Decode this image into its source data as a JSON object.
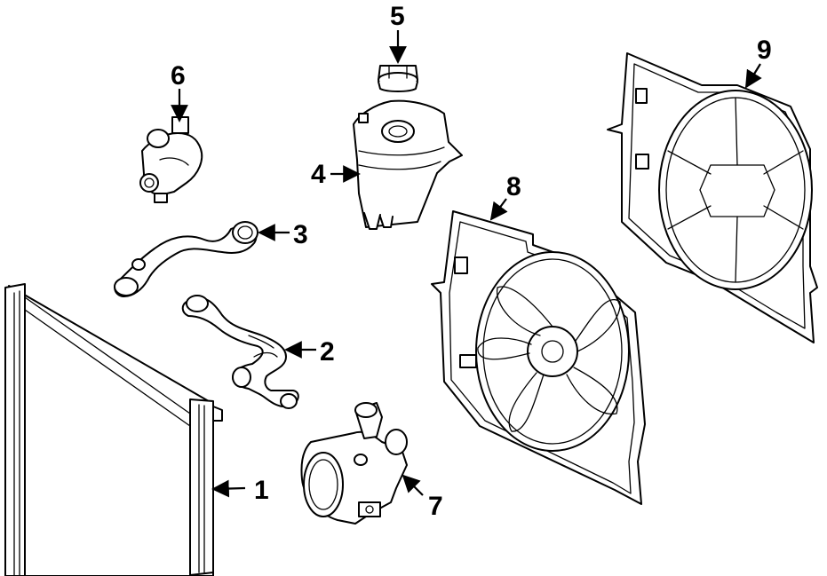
{
  "diagram": {
    "callouts": [
      {
        "id": "1",
        "text": "1",
        "part": "radiator"
      },
      {
        "id": "2",
        "text": "2",
        "part": "lower-hose"
      },
      {
        "id": "3",
        "text": "3",
        "part": "upper-hose"
      },
      {
        "id": "4",
        "text": "4",
        "part": "expansion-tank"
      },
      {
        "id": "5",
        "text": "5",
        "part": "tank-cap"
      },
      {
        "id": "6",
        "text": "6",
        "part": "thermostat"
      },
      {
        "id": "7",
        "text": "7",
        "part": "water-pump"
      },
      {
        "id": "8",
        "text": "8",
        "part": "fan-assembly-front"
      },
      {
        "id": "9",
        "text": "9",
        "part": "fan-assembly-rear"
      }
    ]
  }
}
